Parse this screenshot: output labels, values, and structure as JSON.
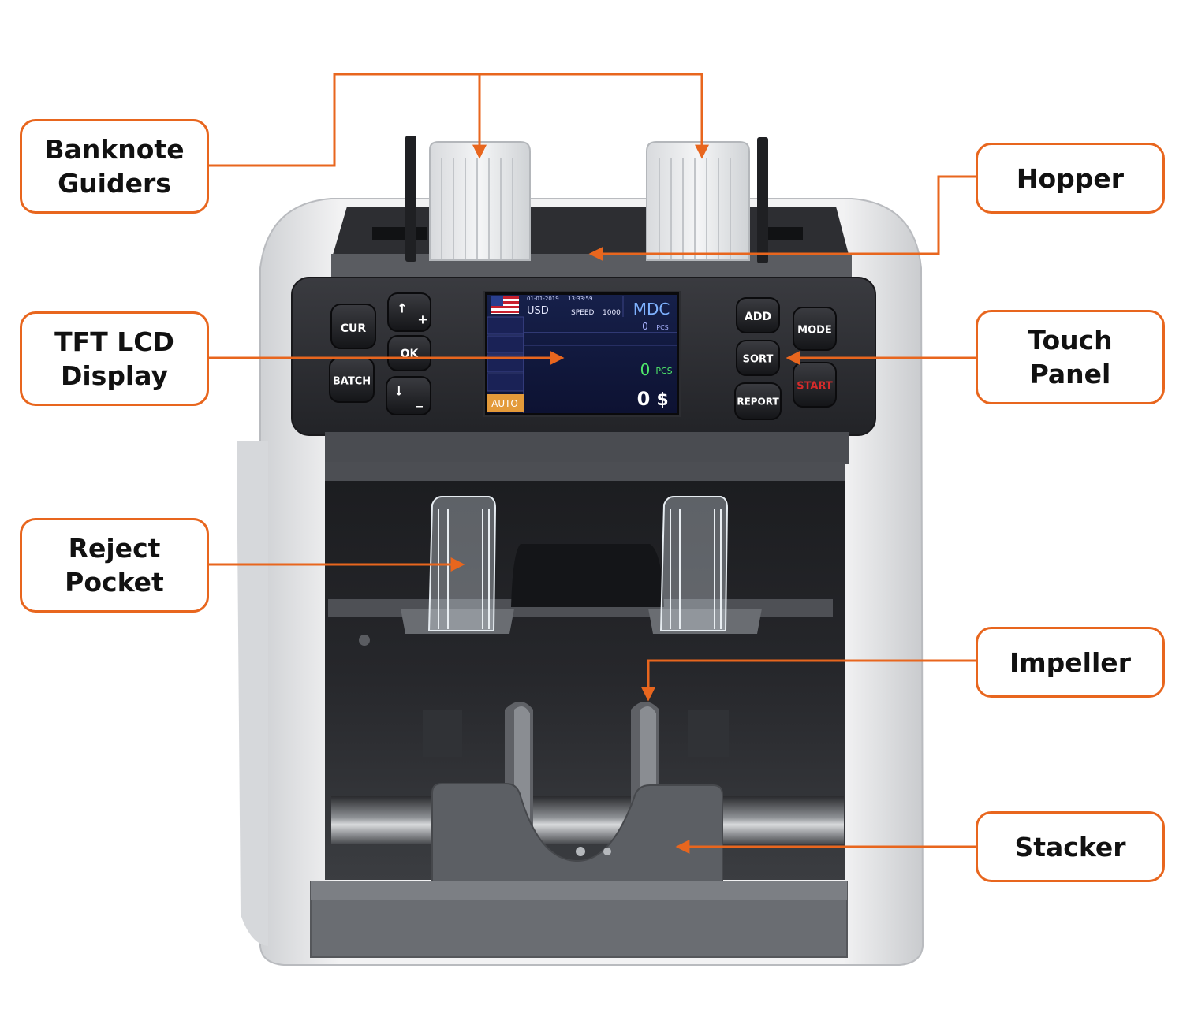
{
  "colors": {
    "accent": "#e8661e",
    "label_text": "#111111",
    "machine_body": "#e9e9eb",
    "panel": "#2b2c30",
    "lcd_background": "#141a3c",
    "lcd_green": "#4ee56a",
    "start_red": "#d62b2b",
    "tray": "#5c5f64"
  },
  "labels": {
    "banknote_guiders": "Banknote\nGuiders",
    "hopper": "Hopper",
    "tft_lcd_display": "TFT LCD\nDisplay",
    "touch_panel": "Touch\nPanel",
    "reject_pocket": "Reject\nPocket",
    "impeller": "Impeller",
    "stacker": "Stacker"
  },
  "buttons": {
    "cur": "CUR",
    "batch": "BATCH",
    "up_plus": "+",
    "ok": "OK",
    "down_minus": "_",
    "add": "ADD",
    "sort": "SORT",
    "report": "REPORT",
    "mode": "MODE",
    "start": "START"
  },
  "lcd": {
    "date": "01-01-2019",
    "time": "13:33:59",
    "currency": "USD",
    "speed_label": "SPEED",
    "speed_value": "1000",
    "mode": "MDC",
    "count_top": "0",
    "count_top_unit": "PCS",
    "count_main": "0",
    "count_main_unit": "PCS",
    "amount": "0",
    "amount_unit": "$",
    "auto": "AUTO",
    "flag_icon": "us-flag-icon"
  }
}
